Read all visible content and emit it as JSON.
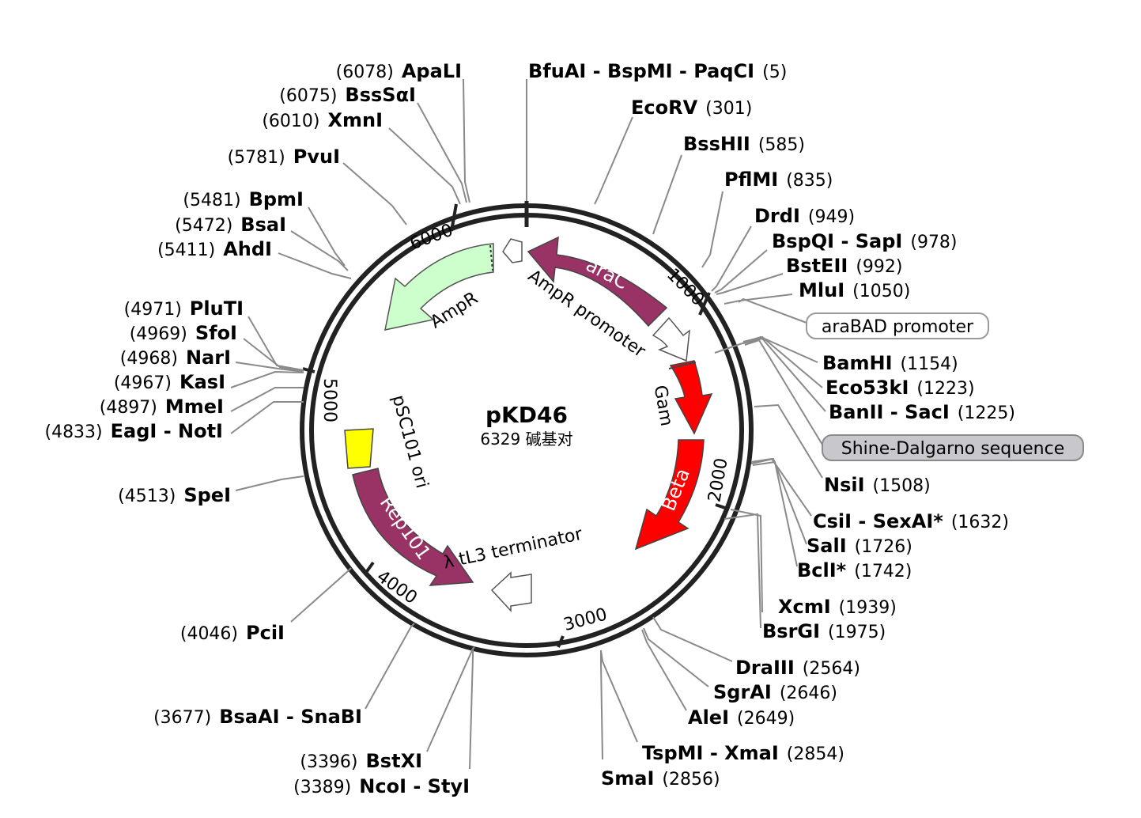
{
  "plasmid": {
    "name": "pKD46",
    "size_label": "6329 碱基对"
  },
  "ruler": {
    "ticks": [
      {
        "label": "6000"
      },
      {
        "label": "1000"
      },
      {
        "label": "2000"
      },
      {
        "label": "3000"
      },
      {
        "label": "4000"
      },
      {
        "label": "5000"
      }
    ]
  },
  "features": [
    {
      "name": "araC",
      "color": "#993366",
      "label_color": "#ffffff"
    },
    {
      "name": "AmpR",
      "color": "#ccffcc",
      "label_color": "#000000"
    },
    {
      "name": "AmpR promoter",
      "color": "#ffffff",
      "label_color": "#000000"
    },
    {
      "name": "Gam",
      "color": "#ff0000",
      "label_color": "#000000"
    },
    {
      "name": "Beta",
      "color": "#ff0000",
      "label_color": "#ffffff"
    },
    {
      "name": "pSC101 ori",
      "color": "#ffff00",
      "label_color": "#000000"
    },
    {
      "name": "Rep101",
      "color": "#993366",
      "label_color": "#ffffff"
    },
    {
      "name": "λ tL3 terminator",
      "color": "#ffffff",
      "label_color": "#000000"
    }
  ],
  "boxed_features": [
    {
      "name": "araBAD promoter",
      "style": "outline"
    },
    {
      "name": "Shine-Dalgarno sequence",
      "style": "gray"
    }
  ],
  "sites": [
    {
      "name": "ApaLI",
      "pos": "(6078)"
    },
    {
      "name": "BssSαI",
      "pos": "(6075)"
    },
    {
      "name": "XmnI",
      "pos": "(6010)"
    },
    {
      "name": "PvuI",
      "pos": "(5781)"
    },
    {
      "name": "BpmI",
      "pos": "(5481)"
    },
    {
      "name": "BsaI",
      "pos": "(5472)"
    },
    {
      "name": "AhdI",
      "pos": "(5411)"
    },
    {
      "name": "PluTI",
      "pos": "(4971)"
    },
    {
      "name": "SfoI",
      "pos": "(4969)"
    },
    {
      "name": "NarI",
      "pos": "(4968)"
    },
    {
      "name": "KasI",
      "pos": "(4967)"
    },
    {
      "name": "MmeI",
      "pos": "(4897)"
    },
    {
      "name": "EagI - NotI",
      "pos": "(4833)"
    },
    {
      "name": "SpeI",
      "pos": "(4513)"
    },
    {
      "name": "PciI",
      "pos": "(4046)"
    },
    {
      "name": "BsaAI - SnaBI",
      "pos": "(3677)"
    },
    {
      "name": "BstXI",
      "pos": "(3396)"
    },
    {
      "name": "NcoI - StyI",
      "pos": "(3389)"
    },
    {
      "name": "BfuAI - BspMI - PaqCI",
      "pos": "(5)"
    },
    {
      "name": "EcoRV",
      "pos": "(301)"
    },
    {
      "name": "BssHII",
      "pos": "(585)"
    },
    {
      "name": "PflMI",
      "pos": "(835)"
    },
    {
      "name": "DrdI",
      "pos": "(949)"
    },
    {
      "name": "BspQI - SapI",
      "pos": "(978)"
    },
    {
      "name": "BstEII",
      "pos": "(992)"
    },
    {
      "name": "MluI",
      "pos": "(1050)"
    },
    {
      "name": "BamHI",
      "pos": "(1154)"
    },
    {
      "name": "Eco53kI",
      "pos": "(1223)"
    },
    {
      "name": "BanII - SacI",
      "pos": "(1225)"
    },
    {
      "name": "NsiI",
      "pos": "(1508)"
    },
    {
      "name": "CsiI - SexAI*",
      "pos": "(1632)"
    },
    {
      "name": "SalI",
      "pos": "(1726)"
    },
    {
      "name": "BclI*",
      "pos": "(1742)"
    },
    {
      "name": "XcmI",
      "pos": "(1939)"
    },
    {
      "name": "BsrGI",
      "pos": "(1975)"
    },
    {
      "name": "DraIII",
      "pos": "(2564)"
    },
    {
      "name": "SgrAI",
      "pos": "(2646)"
    },
    {
      "name": "AleI",
      "pos": "(2649)"
    },
    {
      "name": "TspMI - XmaI",
      "pos": "(2854)"
    },
    {
      "name": "SmaI",
      "pos": "(2856)"
    }
  ]
}
